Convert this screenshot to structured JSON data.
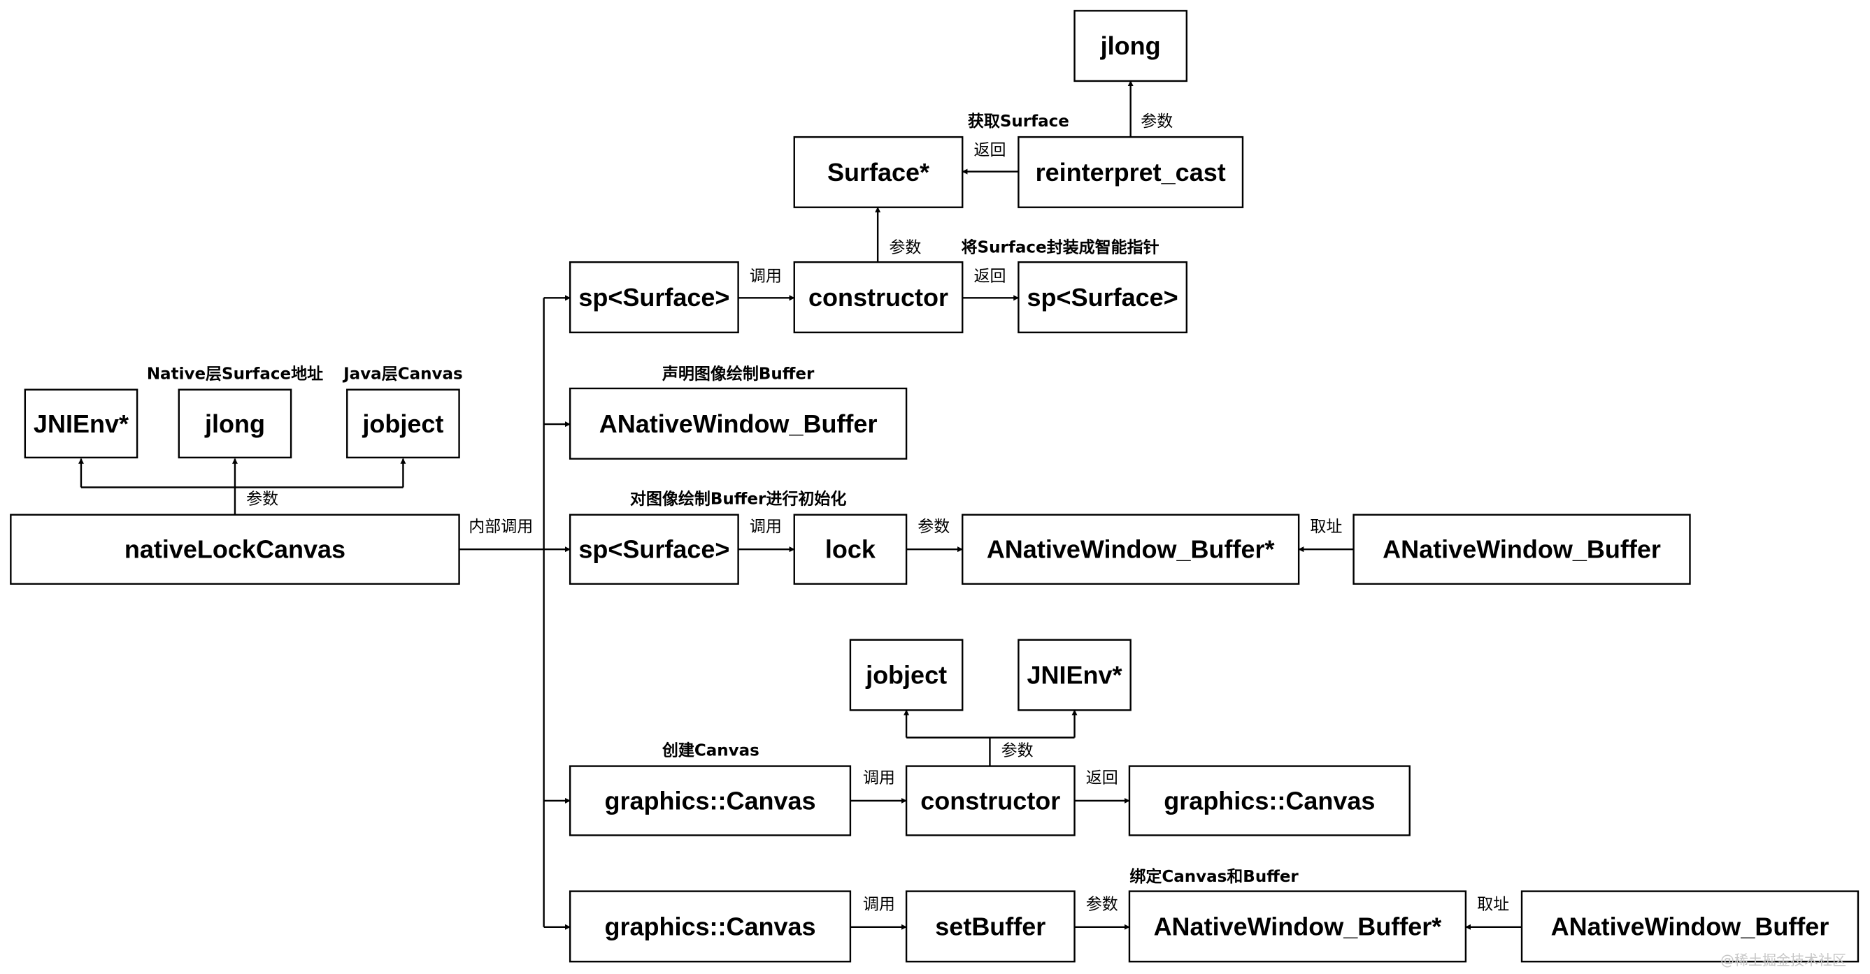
{
  "diagram": {
    "nodes": {
      "native_lock_canvas": "nativeLockCanvas",
      "jnienv_param": "JNIEnv*",
      "jlong_param": "jlong",
      "jobject_param": "jobject",
      "jlong_top": "jlong",
      "surface_ptr": "Surface*",
      "reinterpret_cast": "reinterpret_cast",
      "sp_surface_1": "sp<Surface>",
      "constructor_1": "constructor",
      "sp_surface_result": "sp<Surface>",
      "anw_buffer_decl": "ANativeWindow_Buffer",
      "sp_surface_2": "sp<Surface>",
      "lock": "lock",
      "anw_buffer_ptr_1": "ANativeWindow_Buffer*",
      "anw_buffer_src_1": "ANativeWindow_Buffer",
      "jobject_ctor": "jobject",
      "jnienv_ctor": "JNIEnv*",
      "graphics_canvas_1": "graphics::Canvas",
      "constructor_2": "constructor",
      "graphics_canvas_result": "graphics::Canvas",
      "graphics_canvas_2": "graphics::Canvas",
      "set_buffer": "setBuffer",
      "anw_buffer_ptr_2": "ANativeWindow_Buffer*",
      "anw_buffer_src_2": "ANativeWindow_Buffer"
    },
    "edge_labels": {
      "params_main": "参数",
      "internal_call": "内部调用",
      "params_cast": "参数",
      "return_cast": "返回",
      "call_1": "调用",
      "params_ctor_1": "参数",
      "return_ctor_1": "返回",
      "call_lock": "调用",
      "params_lock": "参数",
      "addr_1": "取址",
      "params_ctor_2": "参数",
      "call_ctor_2": "调用",
      "return_ctor_2": "返回",
      "call_set_buffer": "调用",
      "params_set_buffer": "参数",
      "addr_2": "取址"
    },
    "annotations": {
      "native_surface_addr": "Native层Surface地址",
      "java_canvas": "Java层Canvas",
      "get_surface": "获取Surface",
      "wrap_smart_pointer": "将Surface封装成智能指针",
      "declare_buffer": "声明图像绘制Buffer",
      "init_buffer": "对图像绘制Buffer进行初始化",
      "create_canvas": "创建Canvas",
      "bind_canvas_buffer": "绑定Canvas和Buffer"
    },
    "watermark": "@稀土掘金技术社区"
  }
}
